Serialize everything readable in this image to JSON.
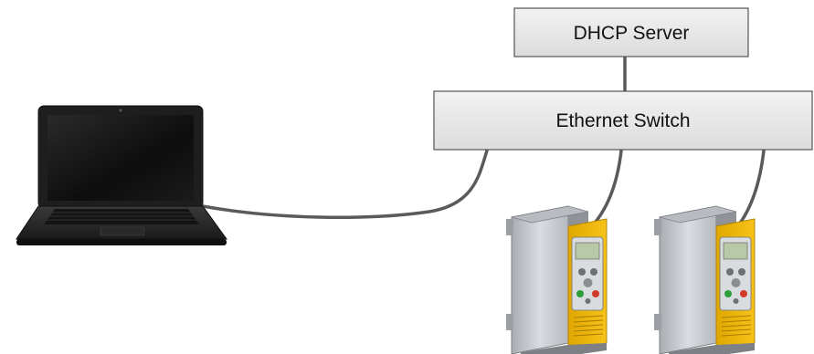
{
  "diagram": {
    "nodes": {
      "dhcp_server": {
        "label": "DHCP Server",
        "kind": "box"
      },
      "ethernet_switch": {
        "label": "Ethernet Switch",
        "kind": "box"
      },
      "laptop": {
        "kind": "laptop-icon"
      },
      "drive_1": {
        "kind": "drive-icon"
      },
      "drive_2": {
        "kind": "drive-icon"
      }
    },
    "edges": [
      {
        "from": "dhcp_server",
        "to": "ethernet_switch"
      },
      {
        "from": "laptop",
        "to": "ethernet_switch"
      },
      {
        "from": "drive_1",
        "to": "ethernet_switch"
      },
      {
        "from": "drive_2",
        "to": "ethernet_switch"
      }
    ],
    "colors": {
      "box_fill": "#e6e6e6",
      "box_stroke": "#555555",
      "cable": "#5a5a5a",
      "drive_accent": "#f2b705",
      "drive_body": "#c9cdd1"
    }
  }
}
